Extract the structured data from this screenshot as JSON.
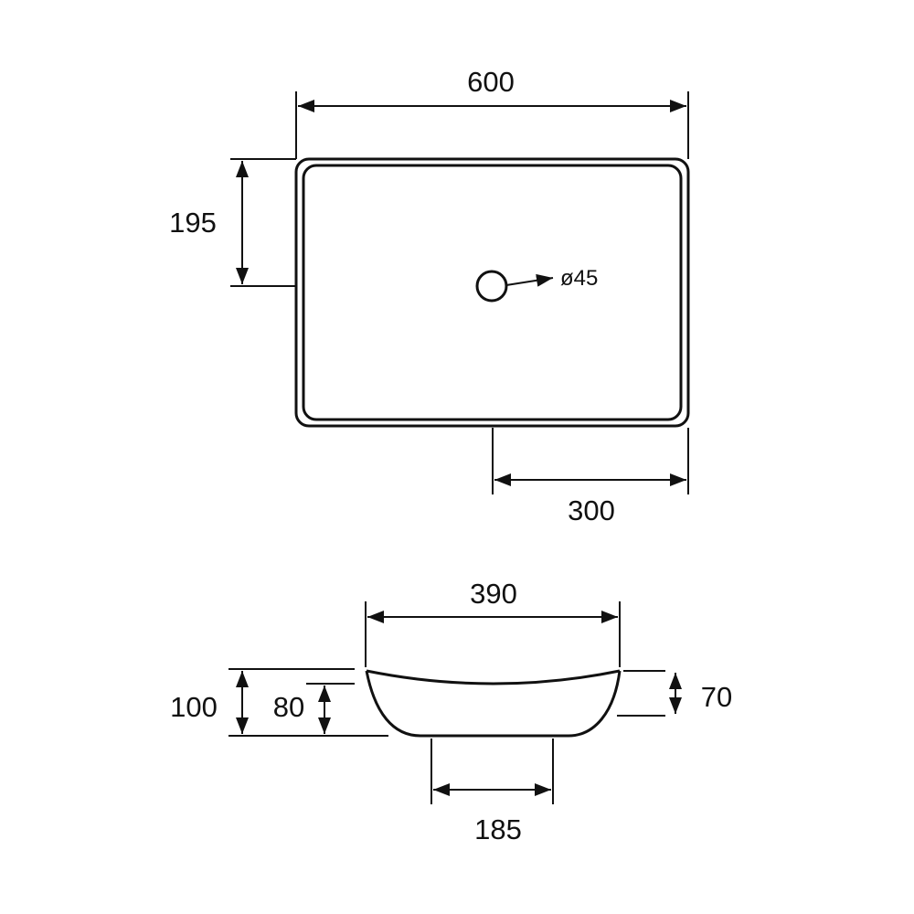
{
  "top_view": {
    "width_label": "600",
    "depth_label": "195",
    "drain_diameter_label": "ø45",
    "drain_offset_label": "300"
  },
  "side_view": {
    "top_width_label": "390",
    "total_height_label": "100",
    "inner_height_label": "80",
    "bowl_depth_label": "70",
    "base_width_label": "185"
  },
  "colors": {
    "line": "#111111",
    "background": "#ffffff"
  }
}
